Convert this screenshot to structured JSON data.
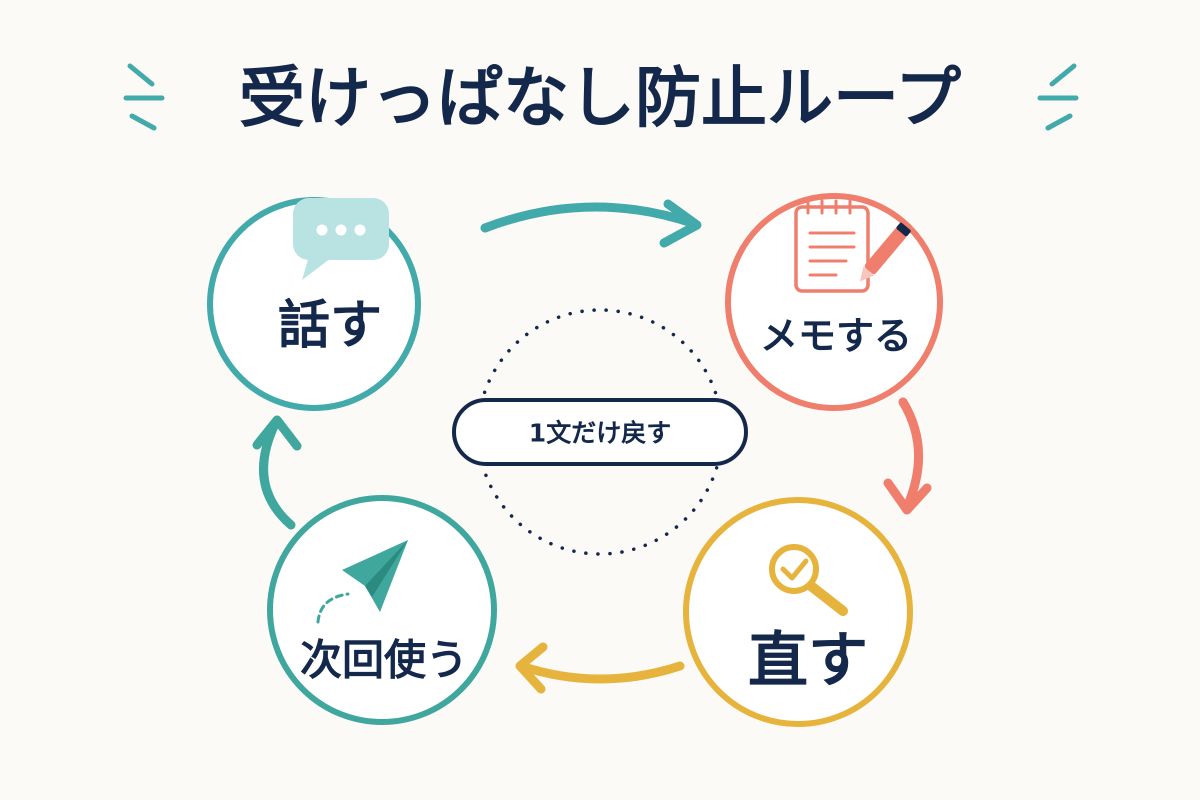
{
  "title": "受けっぱなし防止ループ",
  "center_label": "1文だけ戻す",
  "steps": [
    {
      "label": "話す",
      "color": "#42aaaa",
      "icon": "speech-bubble-icon"
    },
    {
      "label": "メモする",
      "color": "#ef7f6c",
      "icon": "notepad-pen-icon"
    },
    {
      "label": "直す",
      "color": "#e6b43c",
      "icon": "magnifier-check-icon"
    },
    {
      "label": "次回使う",
      "color": "#3fa79d",
      "icon": "paper-plane-icon"
    }
  ],
  "colors": {
    "background": "#fbfaf6",
    "text": "#14284b",
    "accent_teal": "#42aaaa",
    "accent_coral": "#ef7f6c",
    "accent_yellow": "#e6b43c",
    "accent_green": "#3fa79d"
  }
}
